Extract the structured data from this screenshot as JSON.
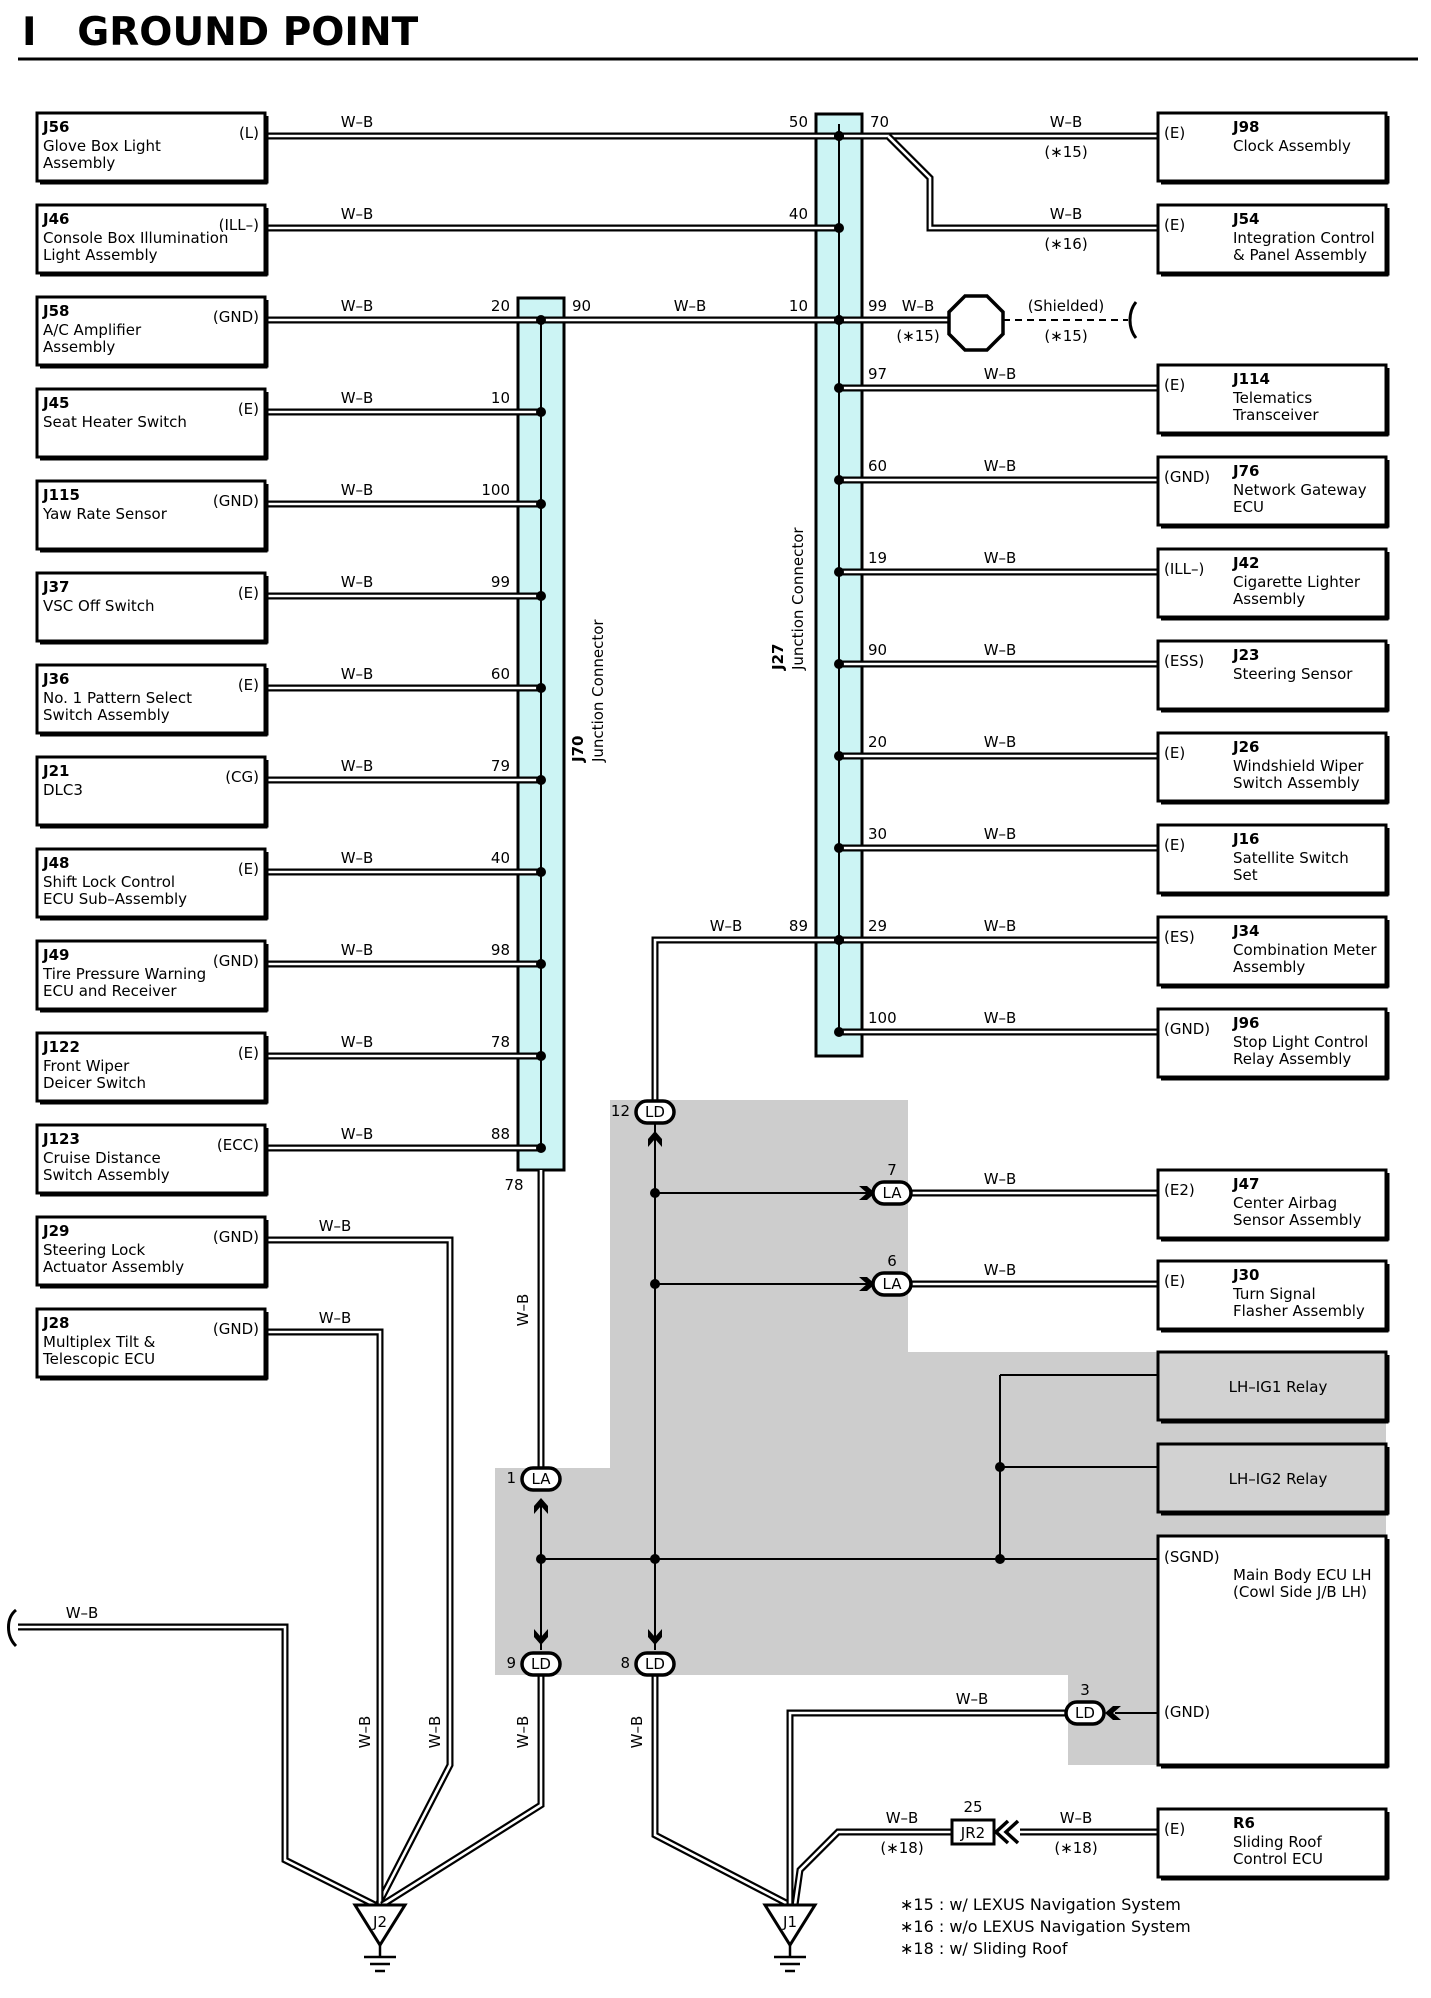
{
  "title": "I   GROUND POINT",
  "wire_color": "W–B",
  "junction_connectors": {
    "J70": {
      "id": "J70",
      "name": "Junction Connector"
    },
    "J27": {
      "id": "J27",
      "name": "Junction Connector"
    }
  },
  "left_components": [
    {
      "id": "J56",
      "name": [
        "Glove Box Light",
        "Assembly"
      ],
      "terminal": "(L)",
      "pin": "50",
      "target": "J27"
    },
    {
      "id": "J46",
      "name": [
        "Console Box Illumination",
        "Light Assembly"
      ],
      "terminal": "(ILL–)",
      "pin": "40",
      "target": "J27"
    },
    {
      "id": "J58",
      "name": [
        "A/C Amplifier",
        "Assembly"
      ],
      "terminal": "(GND)",
      "pin": "20",
      "target": "J70"
    },
    {
      "id": "J45",
      "name": [
        "Seat Heater Switch"
      ],
      "terminal": "(E)",
      "pin": "10",
      "target": "J70"
    },
    {
      "id": "J115",
      "name": [
        "Yaw Rate Sensor"
      ],
      "terminal": "(GND)",
      "pin": "100",
      "target": "J70"
    },
    {
      "id": "J37",
      "name": [
        "VSC Off Switch"
      ],
      "terminal": "(E)",
      "pin": "99",
      "target": "J70"
    },
    {
      "id": "J36",
      "name": [
        "No. 1 Pattern Select",
        "Switch Assembly"
      ],
      "terminal": "(E)",
      "pin": "60",
      "target": "J70"
    },
    {
      "id": "J21",
      "name": [
        "DLC3"
      ],
      "terminal": "(CG)",
      "pin": "79",
      "target": "J70"
    },
    {
      "id": "J48",
      "name": [
        "Shift Lock Control",
        "ECU Sub–Assembly"
      ],
      "terminal": "(E)",
      "pin": "40",
      "target": "J70"
    },
    {
      "id": "J49",
      "name": [
        "Tire Pressure Warning",
        "ECU and Receiver"
      ],
      "terminal": "(GND)",
      "pin": "98",
      "target": "J70"
    },
    {
      "id": "J122",
      "name": [
        "Front Wiper",
        "Deicer Switch"
      ],
      "terminal": "(E)",
      "pin": "78",
      "target": "J70"
    },
    {
      "id": "J123",
      "name": [
        "Cruise Distance",
        "Switch Assembly"
      ],
      "terminal": "(ECC)",
      "pin": "88",
      "target": "J70"
    },
    {
      "id": "J29",
      "name": [
        "Steering Lock",
        "Actuator Assembly"
      ],
      "terminal": "(GND)",
      "pin": "",
      "target": "J2"
    },
    {
      "id": "J28",
      "name": [
        "Multiplex Tilt &",
        "Telescopic ECU"
      ],
      "terminal": "(GND)",
      "pin": "",
      "target": "J2"
    }
  ],
  "right_components": [
    {
      "id": "J98",
      "name": [
        "Clock Assembly"
      ],
      "terminal": "(E)",
      "pin": "70",
      "note": "(∗15)"
    },
    {
      "id": "J54",
      "name": [
        "Integration Control",
        "& Panel Assembly"
      ],
      "terminal": "(E)",
      "pin": "",
      "note": "(∗16)"
    },
    {
      "id": "J114",
      "name": [
        "Telematics",
        "Transceiver"
      ],
      "terminal": "(E)",
      "pin": "97"
    },
    {
      "id": "J76",
      "name": [
        "Network Gateway",
        "ECU"
      ],
      "terminal": "(GND)",
      "pin": "60"
    },
    {
      "id": "J42",
      "name": [
        "Cigarette Lighter",
        "Assembly"
      ],
      "terminal": "(ILL–)",
      "pin": "19"
    },
    {
      "id": "J23",
      "name": [
        "Steering Sensor"
      ],
      "terminal": "(ESS)",
      "pin": "90"
    },
    {
      "id": "J26",
      "name": [
        "Windshield Wiper",
        "Switch Assembly"
      ],
      "terminal": "(E)",
      "pin": "20"
    },
    {
      "id": "J16",
      "name": [
        "Satellite Switch",
        "Set"
      ],
      "terminal": "(E)",
      "pin": "30"
    },
    {
      "id": "J34",
      "name": [
        "Combination Meter",
        "Assembly"
      ],
      "terminal": "(ES)",
      "pin": "29"
    },
    {
      "id": "J96",
      "name": [
        "Stop Light Control",
        "Relay Assembly"
      ],
      "terminal": "(GND)",
      "pin": "100"
    },
    {
      "id": "J47",
      "name": [
        "Center Airbag",
        "Sensor Assembly"
      ],
      "terminal": "(E2)",
      "pin": "7",
      "connector": "LA"
    },
    {
      "id": "J30",
      "name": [
        "Turn Signal",
        "Flasher Assembly"
      ],
      "terminal": "(E)",
      "pin": "6",
      "connector": "LA"
    }
  ],
  "shielded": {
    "pin": "99",
    "label": "(Shielded)",
    "note_left": "(∗15)",
    "note_right": "(∗15)"
  },
  "j70_j27_link": {
    "j70_pin": "90",
    "j27_pin": "10"
  },
  "j27_to_ld": {
    "j27_pin": "89",
    "ld_pin": "12"
  },
  "j70_out_pin": "78",
  "relays": [
    "LH–IG1 Relay",
    "LH–IG2 Relay"
  ],
  "main_body_ecu": {
    "name": [
      "Main Body ECU LH",
      "(Cowl Side J/B LH)"
    ],
    "sgnd": "(SGND)",
    "gnd": "(GND)",
    "pin": "3",
    "connector": "LD"
  },
  "r6": {
    "id": "R6",
    "name": [
      "Sliding Roof",
      "Control ECU"
    ],
    "terminal": "(E)",
    "junction": "JR2",
    "pin": "25",
    "note": "(∗18)"
  },
  "connectors": {
    "la1": {
      "pin": "1",
      "code": "LA"
    },
    "ld9": {
      "pin": "9",
      "code": "LD"
    },
    "ld8": {
      "pin": "8",
      "code": "LD"
    },
    "ld12": {
      "pin": "12",
      "code": "LD"
    }
  },
  "grounds": [
    "J2",
    "J1"
  ],
  "notes": [
    "∗15 : w/ LEXUS Navigation System",
    "∗16 : w/o LEXUS Navigation System",
    "∗18 : w/ Sliding Roof"
  ],
  "colors": {
    "junction_fill": "#ccf4f4",
    "shaded_area": "#cdcdcd",
    "relay_fill": "#d2d2d2",
    "wire": "#000000"
  }
}
